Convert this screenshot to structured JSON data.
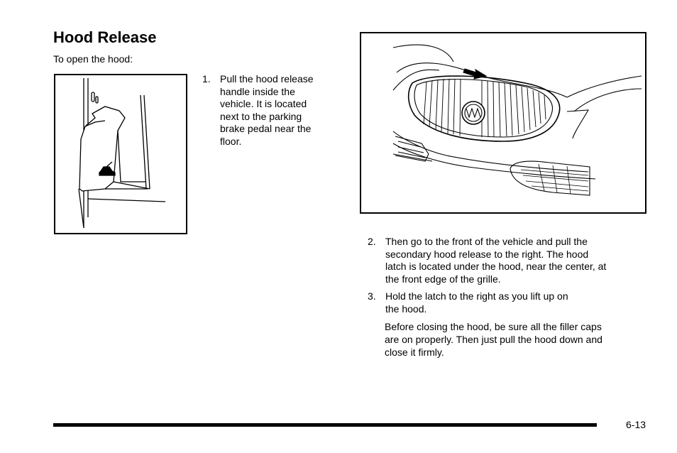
{
  "section": {
    "title": "Hood Release",
    "intro": "To open the hood:"
  },
  "steps": [
    {
      "number": "1.",
      "line1": "Pull the hood release",
      "line2": "handle inside the",
      "line3": "vehicle. It is located",
      "line4": "next to the parking",
      "line5": "brake pedal near the",
      "line6": "floor."
    },
    {
      "number": "2.",
      "line1": "Then go to the front of the vehicle and pull the",
      "line2": "secondary hood release to the right. The hood",
      "line3": "latch is located under the hood, near the center, at",
      "line4": "the front edge of the grille."
    },
    {
      "number": "3.",
      "line1": "Hold the latch to the right as you lift up on",
      "line2": "the hood."
    }
  ],
  "note": {
    "line1": "Before closing the hood, be sure all the filler caps",
    "line2": "are on properly. Then just pull the hood down and",
    "line3": "close it firmly."
  },
  "footer": {
    "page_number": "6-13"
  }
}
